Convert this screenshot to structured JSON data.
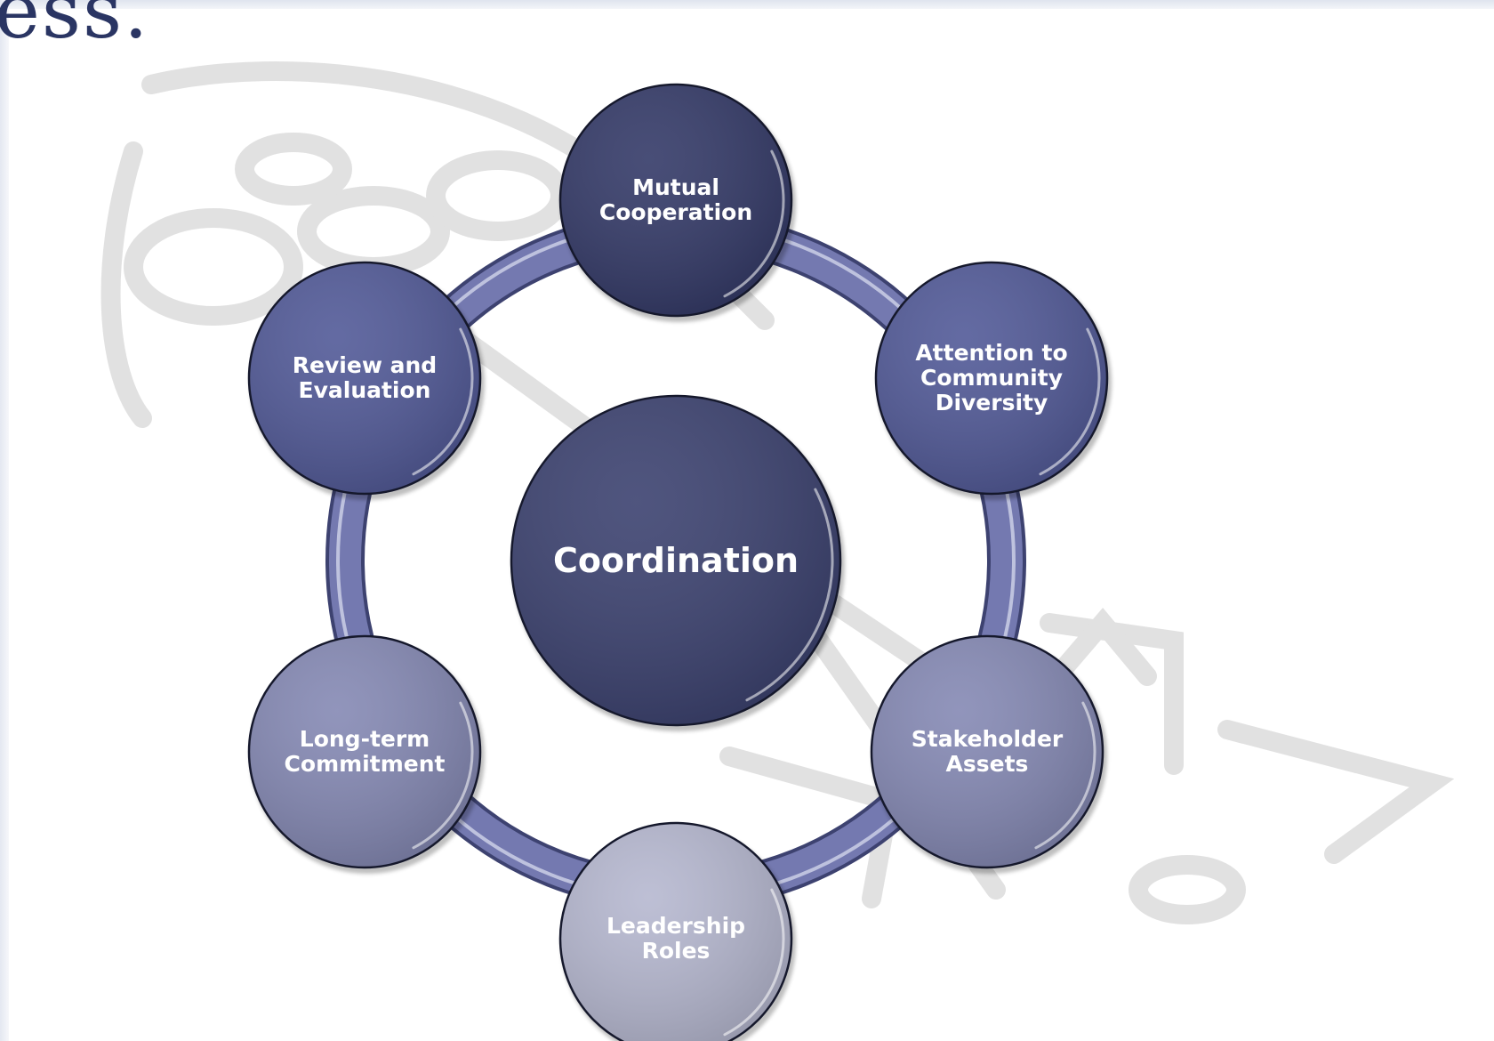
{
  "heading": {
    "fragment": "ess."
  },
  "diagram": {
    "center": {
      "label": "Coordination",
      "color": "#3c4270"
    },
    "nodes": [
      {
        "id": "mutual-cooperation",
        "label": "Mutual\nCooperation",
        "color": "#343a68"
      },
      {
        "id": "attention-to-community-diversity",
        "label": "Attention to\nCommunity\nDiversity",
        "color": "#525a98"
      },
      {
        "id": "stakeholder-assets",
        "label": "Stakeholder\nAssets",
        "color": "#8589b4"
      },
      {
        "id": "leadership-roles",
        "label": "Leadership\nRoles",
        "color": "#b6b8d0"
      },
      {
        "id": "long-term-commitment",
        "label": "Long-term\nCommitment",
        "color": "#8589b4"
      },
      {
        "id": "review-and-evaluation",
        "label": "Review and\nEvaluation",
        "color": "#525a98"
      }
    ],
    "ring_color": "#6a70a6"
  }
}
